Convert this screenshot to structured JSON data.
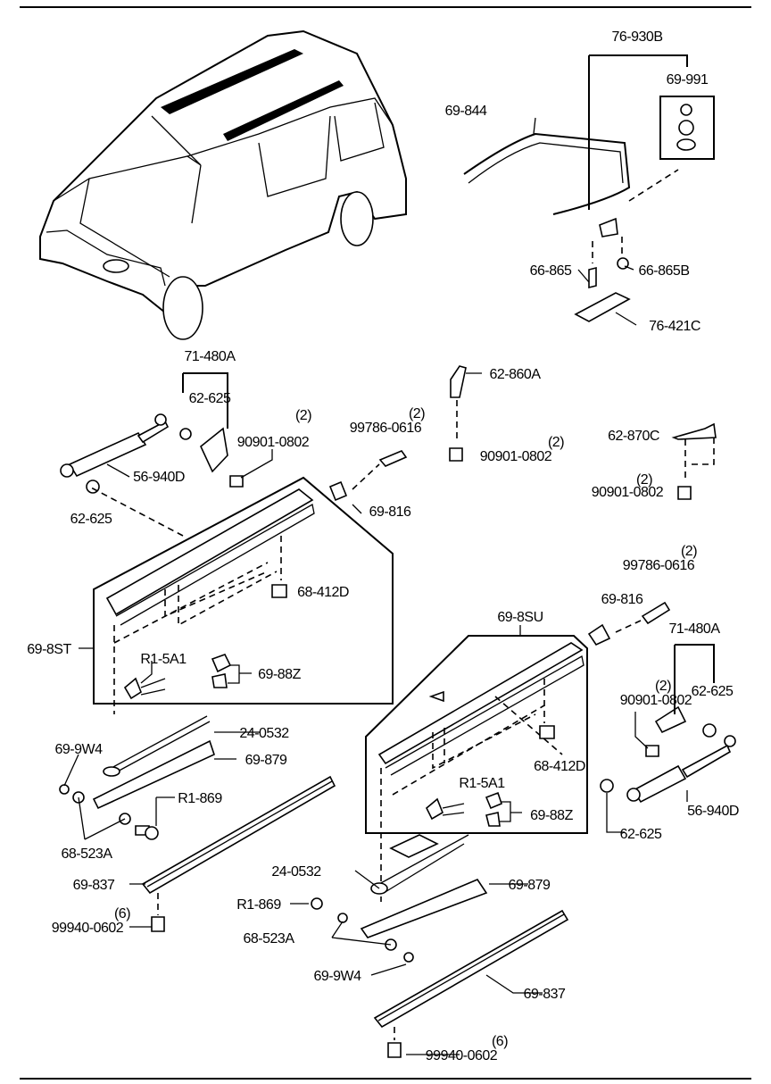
{
  "diagram": {
    "title": "Sliding door rail / gas stay parts diagram",
    "labels": [
      "76-930B",
      "69-991",
      "69-844",
      "66-865",
      "66-865B",
      "76-421C",
      "71-480A",
      "62-625",
      "(2)",
      "90901-0802",
      "56-940D",
      "62-625",
      "(2)",
      "99786-0616",
      "62-860A",
      "(2)",
      "90901-0802",
      "62-870C",
      "(2)",
      "90901-0802",
      "69-816",
      "68-412D",
      "69-8ST",
      "R1-5A1",
      "69-88Z",
      "24-0532",
      "69-9W4",
      "69-879",
      "R1-869",
      "68-523A",
      "69-837",
      "(6)",
      "99940-0602",
      "(2)",
      "99786-0616",
      "69-816",
      "69-8SU",
      "71-480A",
      "(2)",
      "62-625",
      "90901-0802",
      "68-412D",
      "R1-5A1",
      "69-88Z",
      "56-940D",
      "62-625",
      "24-0532",
      "69-879",
      "R1-869",
      "68-523A",
      "69-9W4",
      "69-837",
      "(6)",
      "99940-0602"
    ]
  }
}
